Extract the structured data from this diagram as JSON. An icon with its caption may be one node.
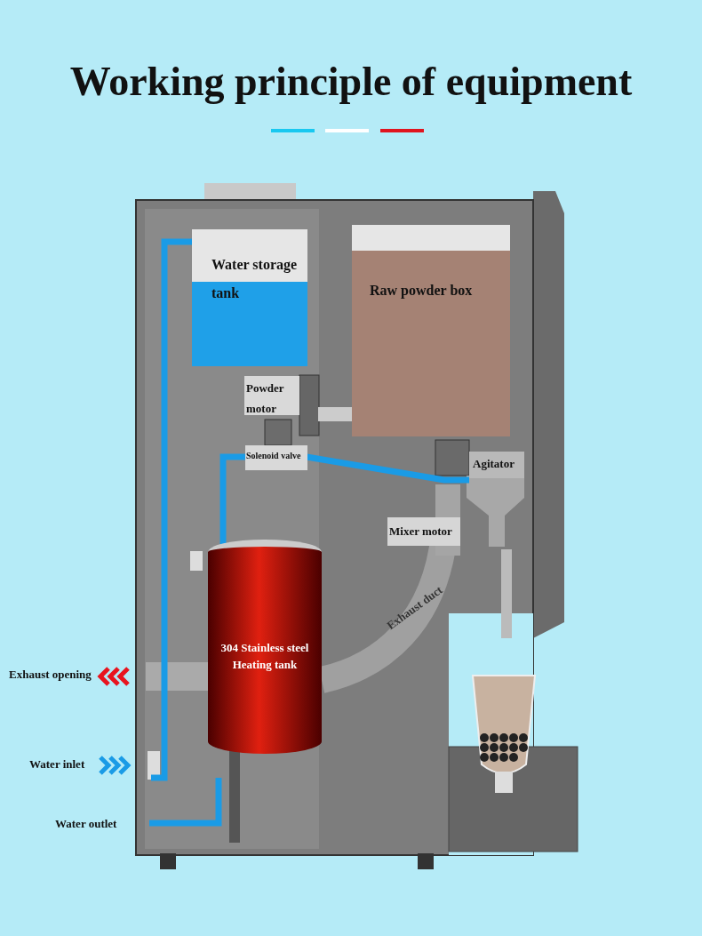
{
  "diagram": {
    "title": "Working principle of equipment",
    "nodes": [
      {
        "text": [
          "Water storage tank"
        ]
      },
      {
        "text": [
          "Raw powder box"
        ]
      },
      {
        "text": [
          "Powder motor"
        ]
      },
      {
        "text": [
          "Solenoid valve"
        ]
      },
      {
        "text": [
          "Agitator"
        ]
      },
      {
        "text": [
          "Mixer motor"
        ]
      },
      {
        "text": [
          "304 Stainless steel Heating tank"
        ]
      }
    ],
    "labels": [
      "Exhaust duct",
      "Exhaust opening",
      "Water inlet",
      "Water outlet"
    ]
  }
}
